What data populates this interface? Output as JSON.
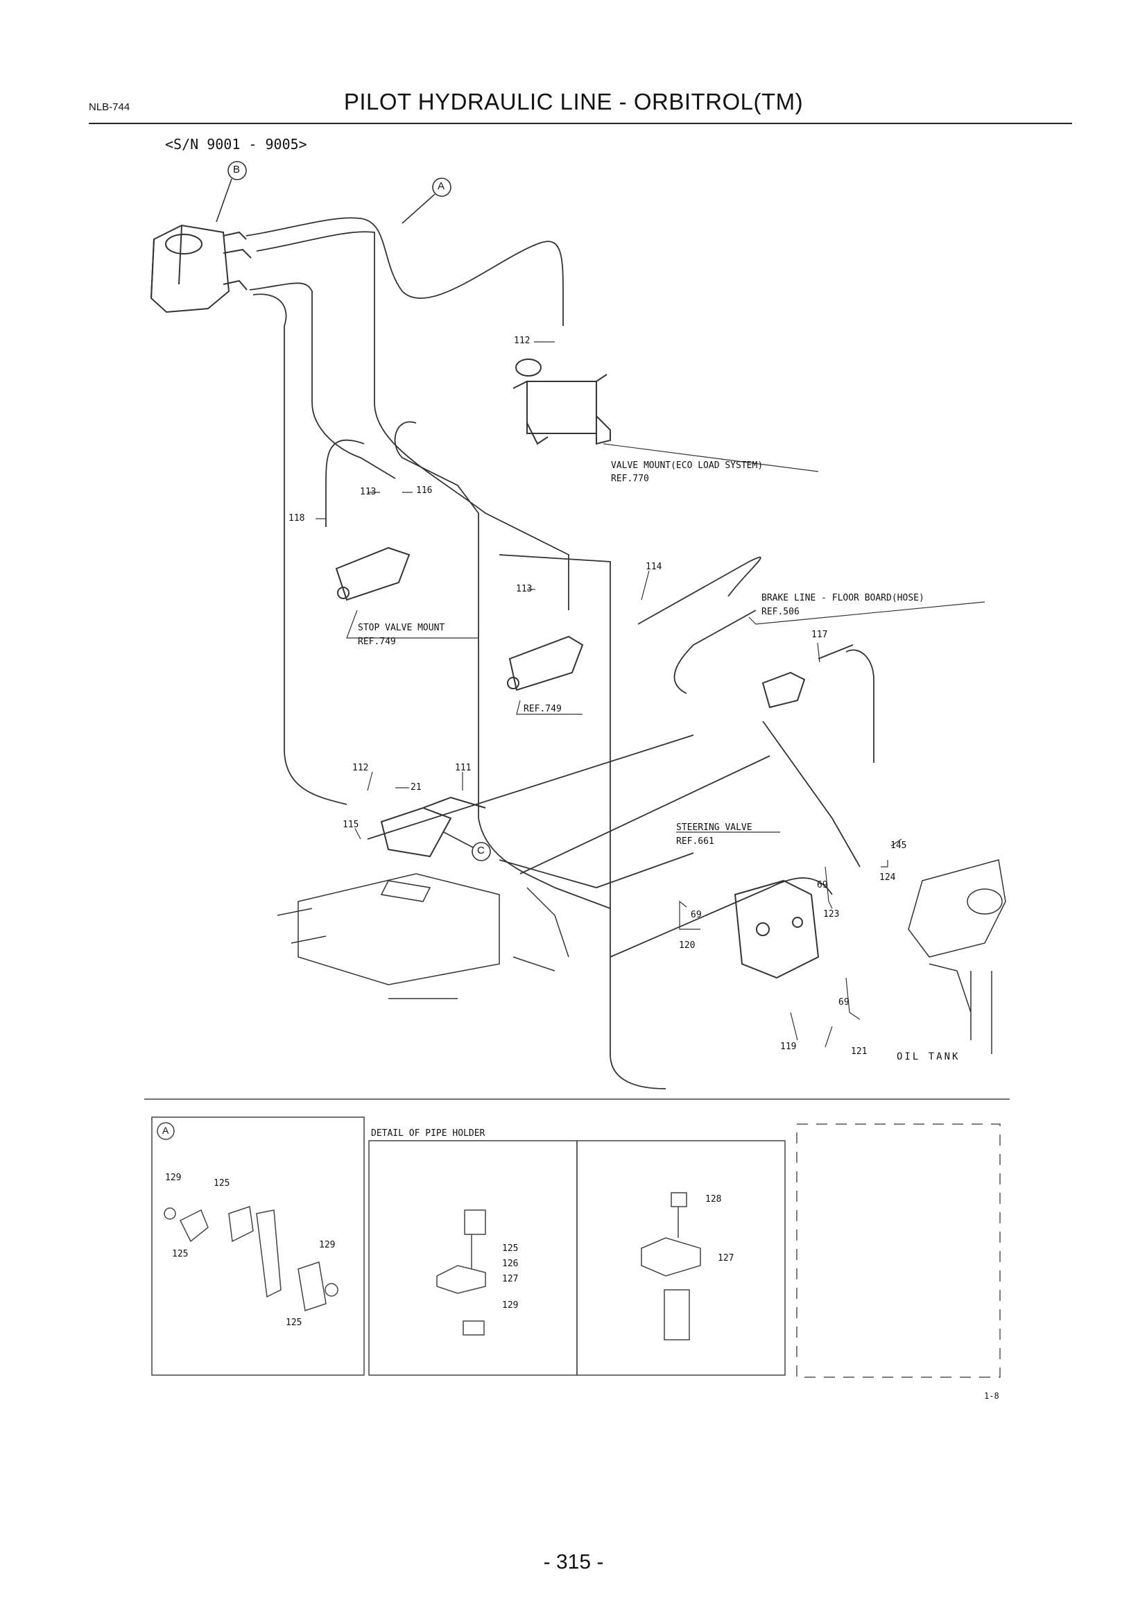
{
  "header": {
    "code": "NLB-744",
    "title": "PILOT HYDRAULIC LINE - ORBITROL(TM)"
  },
  "serial_range": "<S/N 9001 - 9005>",
  "callouts": {
    "a": "A",
    "b": "B",
    "c": "C"
  },
  "references": {
    "valve_mount": "VALVE MOUNT(ECO LOAD SYSTEM)",
    "valve_mount_ref": "REF.770",
    "stop_valve": "STOP VALVE MOUNT",
    "stop_valve_ref": "REF.749",
    "stop_valve_ref2": "REF.749",
    "brake_line": "BRAKE LINE - FLOOR BOARD(HOSE)",
    "brake_line_ref": "REF.506",
    "steering_valve": "STEERING VALVE",
    "steering_valve_ref": "REF.661",
    "oil_tank": "OIL TANK"
  },
  "part_numbers": {
    "p112_top": "112",
    "p113_left": "113",
    "p116": "116",
    "p118": "118",
    "p113_mid": "113",
    "p114": "114",
    "p117": "117",
    "p112_low": "112",
    "p111": "111",
    "p21": "21",
    "p115": "115",
    "p145": "145",
    "p124": "124",
    "p69_a": "69",
    "p69_b": "69",
    "p69_c": "69",
    "p123": "123",
    "p120": "120",
    "p119": "119",
    "p121": "121"
  },
  "detail_a": {
    "label": "A",
    "p129_a": "129",
    "p125_a": "125",
    "p125_b": "125",
    "p129_b": "129",
    "p125_c": "125"
  },
  "pipe_holder": {
    "title": "DETAIL OF PIPE HOLDER",
    "left": {
      "p125": "125",
      "p126": "126",
      "p127": "127",
      "p129": "129"
    },
    "right": {
      "p128": "128",
      "p127": "127"
    }
  },
  "sheet_id": "1-8",
  "page_number": "- 315 -"
}
